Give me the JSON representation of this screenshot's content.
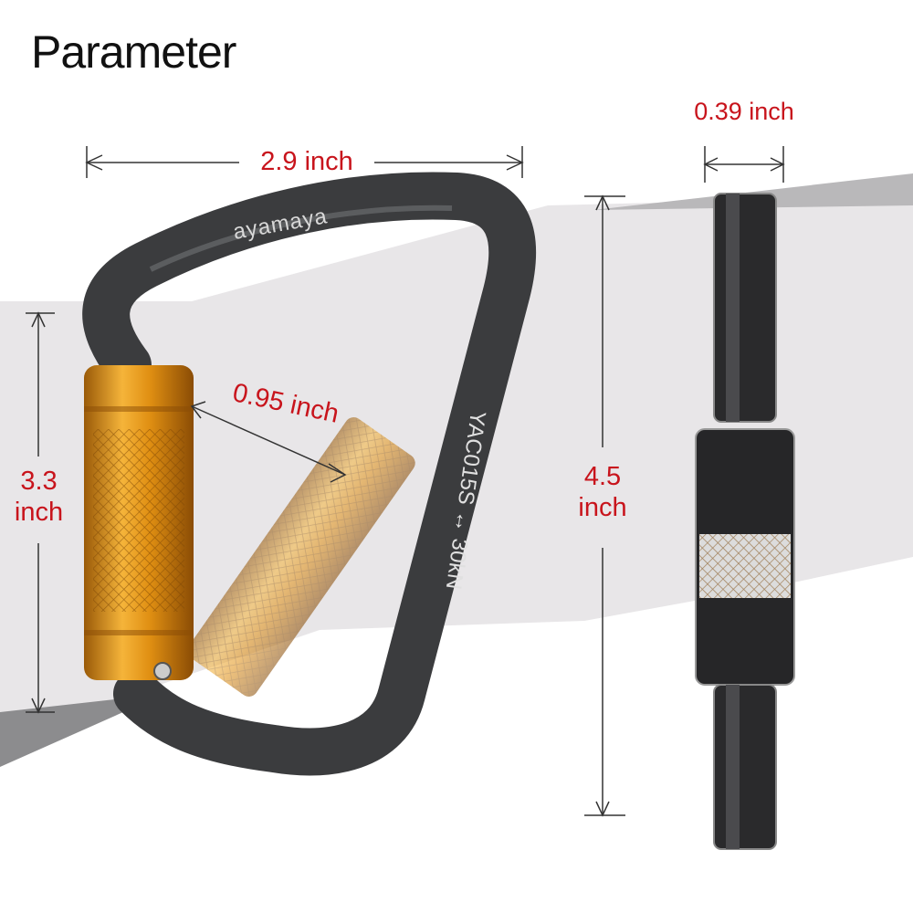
{
  "title": "Parameter",
  "dimensions": {
    "width": "2.9 inch",
    "depth": "0.39 inch",
    "gate_opening": "0.95 inch",
    "inner_height_value": "3.3",
    "inner_height_unit": "inch",
    "height_value": "4.5",
    "height_unit": "inch"
  },
  "carabiner_markings": {
    "brand": "ayamaya",
    "model": "YAC015S",
    "strength": "30kN"
  },
  "colors": {
    "dimension_text": "#c8141c",
    "body": "#3b3c3e",
    "gate": "#e39a1c",
    "background_band": "#e8e6e8"
  }
}
